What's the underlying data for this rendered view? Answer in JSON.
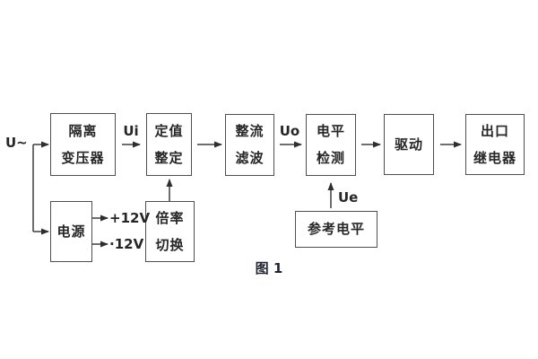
{
  "diagram": {
    "caption": "图 1",
    "input_label": "U~",
    "signal_labels": {
      "ui": "Ui",
      "uo": "Uo",
      "ue": "Ue"
    },
    "power_outputs": {
      "positive": "+12V",
      "negative": "·12V"
    },
    "blocks": {
      "isolation_transformer": {
        "line1": "隔离",
        "line2": "变压器"
      },
      "value_setting": {
        "line1": "定值",
        "line2": "整定"
      },
      "rectify_filter": {
        "line1": "整流",
        "line2": "滤波"
      },
      "level_detection": {
        "line1": "电平",
        "line2": "检测"
      },
      "drive": {
        "line1": "驱动"
      },
      "output_relay": {
        "line1": "出口",
        "line2": "继电器"
      },
      "power_supply": {
        "line1": "电源"
      },
      "ratio_switch": {
        "line1": "倍率",
        "line2": "切换"
      },
      "reference_level": {
        "line1": "参考电平"
      }
    },
    "colors": {
      "line": "#3e3e3e",
      "box_border": "#4e4e4e",
      "text": "#262626",
      "background": "#ffffff"
    }
  }
}
